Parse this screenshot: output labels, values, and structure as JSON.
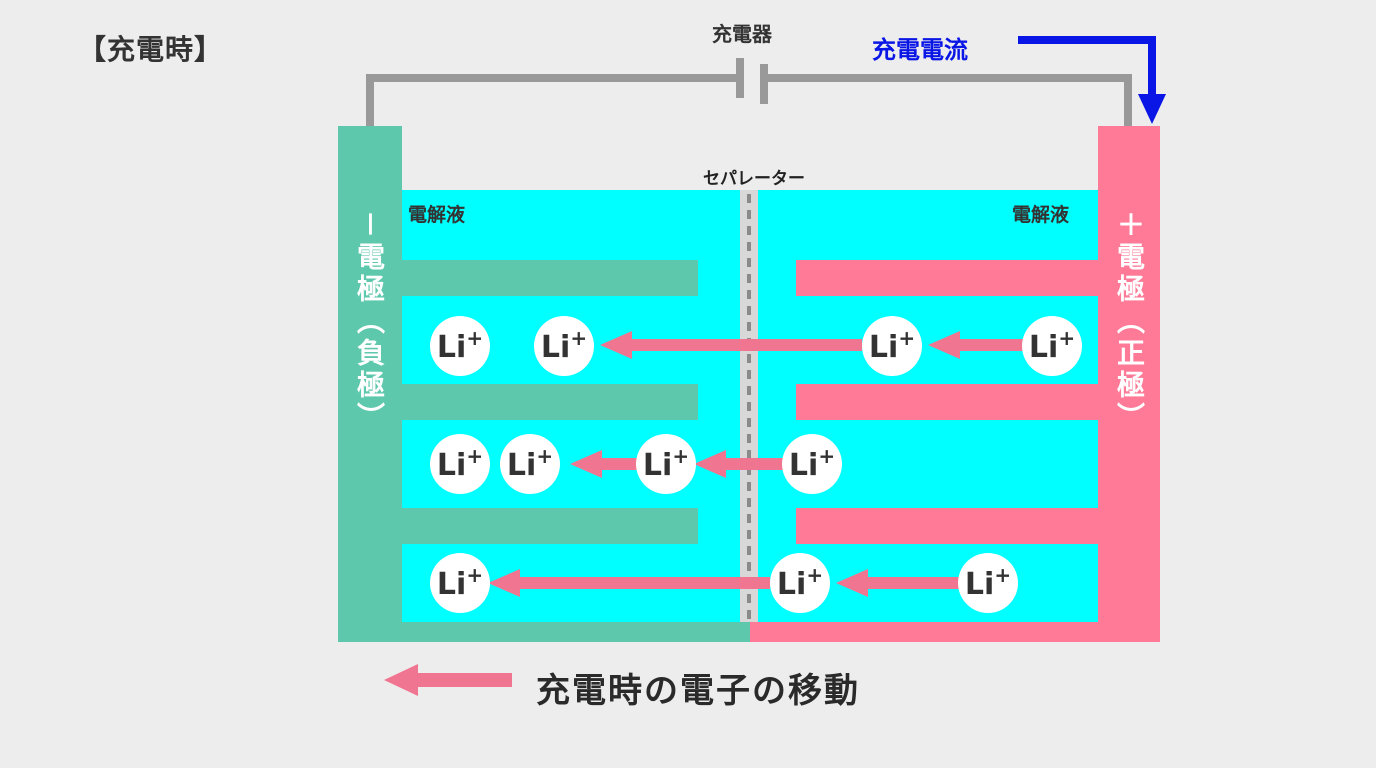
{
  "title": "【充電時】",
  "charger_label": "充電器",
  "current_label": "充電電流",
  "separator_label": "セパレーター",
  "electrolyte_left": "電解液",
  "electrolyte_right": "電解液",
  "negative_electrode_label": "－電極（負極）",
  "positive_electrode_label": "＋電極（正極）",
  "legend_label": "充電時の電子の移動",
  "ion_symbol": "Li",
  "ion_charge": "+",
  "colors": {
    "background": "#ededee",
    "electrolyte": "#00ffff",
    "negative_electrode": "#5ec8ad",
    "positive_electrode": "#ff7a97",
    "arrow": "#f07590",
    "current_arrow": "#0a16e6",
    "wire": "#999999"
  }
}
